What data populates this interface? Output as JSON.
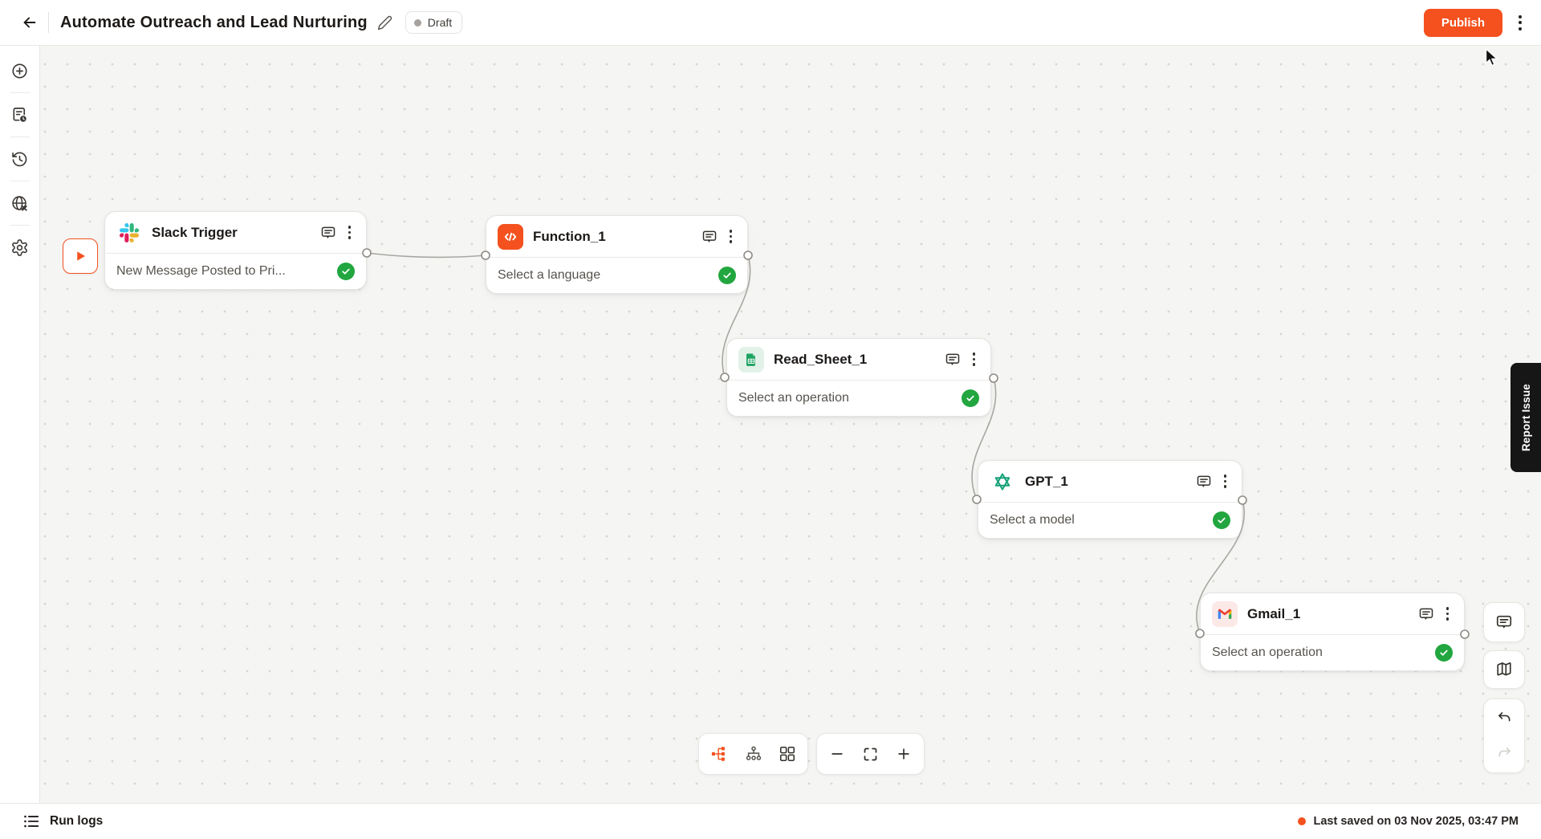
{
  "header": {
    "title": "Automate Outreach and Lead Nurturing",
    "status_badge": {
      "label": "Draft"
    },
    "publish_label": "Publish",
    "icons": [
      "back-arrow",
      "edit-pencil",
      "kebab-menu"
    ]
  },
  "left_rail": {
    "icons": [
      "add-node",
      "document-schedule",
      "version-history",
      "webhook-globe",
      "settings-gear"
    ]
  },
  "canvas": {
    "run_button_icon": "play",
    "nodes": [
      {
        "title": "Slack Trigger",
        "subtitle": "New Message Posted to Pri...",
        "app_icon": "slack",
        "status_icon": "check-circle"
      },
      {
        "title": "Function_1",
        "subtitle": "Select a language",
        "app_icon": "code-function",
        "status_icon": "check-circle"
      },
      {
        "title": "Read_Sheet_1",
        "subtitle": "Select an operation",
        "app_icon": "google-sheets",
        "status_icon": "check-circle"
      },
      {
        "title": "GPT_1",
        "subtitle": "Select a model",
        "app_icon": "openai",
        "status_icon": "check-circle"
      },
      {
        "title": "Gmail_1",
        "subtitle": "Select an operation",
        "app_icon": "gmail",
        "status_icon": "check-circle"
      }
    ],
    "toolbar": {
      "layout_icons": [
        "layout-tree-horizontal",
        "layout-tree-vertical",
        "layout-grid"
      ],
      "zoom_icons": [
        "zoom-out",
        "fit-view",
        "zoom-in"
      ]
    }
  },
  "right_panel": {
    "report_issue_label": "Report Issue",
    "button_icons": [
      "comment",
      "minimap",
      "undo",
      "redo"
    ]
  },
  "footer": {
    "run_logs_label": "Run logs",
    "last_saved_label": "Last saved on 03 Nov 2025, 03:47 PM"
  },
  "colors": {
    "accent": "#F4511E",
    "success": "#22A63F",
    "canvas_bg": "#F5F5F3",
    "report_issue_bg": "#161616"
  }
}
